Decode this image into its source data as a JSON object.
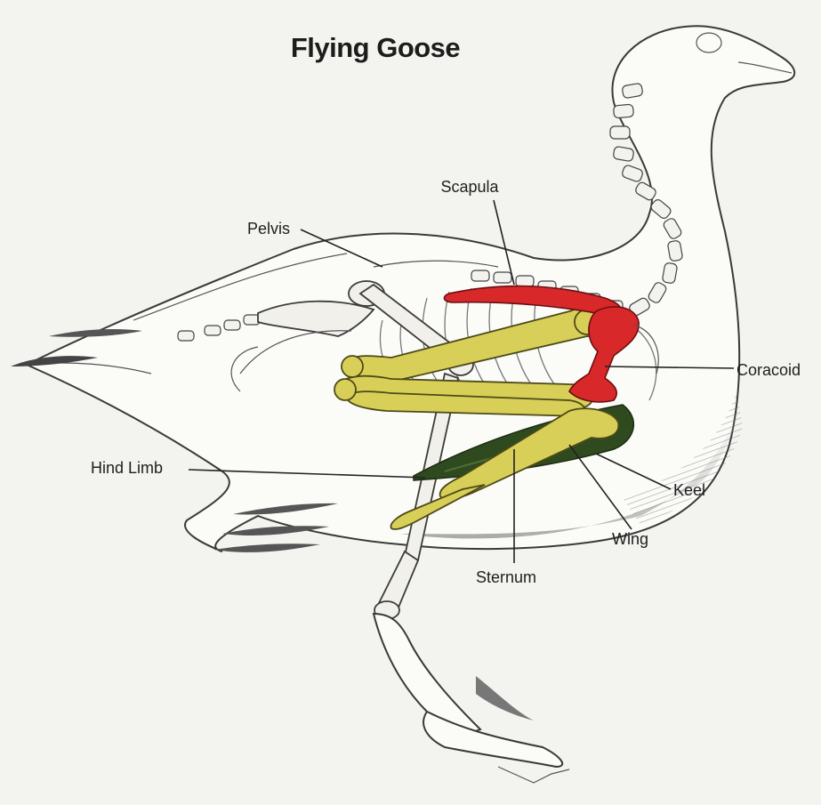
{
  "title": "Flying Goose",
  "labels": {
    "scapula": "Scapula",
    "pelvis": "Pelvis",
    "coracoid": "Coracoid",
    "hind_limb": "Hind Limb",
    "keel": "Keel",
    "wing": "Wing",
    "sternum": "Sternum"
  },
  "colors": {
    "scapula": "#d8282a",
    "coracoid": "#d8282a",
    "wing_bones": "#d8cf58",
    "sternum_keel": "#2f4a1f",
    "background": "#f3f3ef"
  }
}
